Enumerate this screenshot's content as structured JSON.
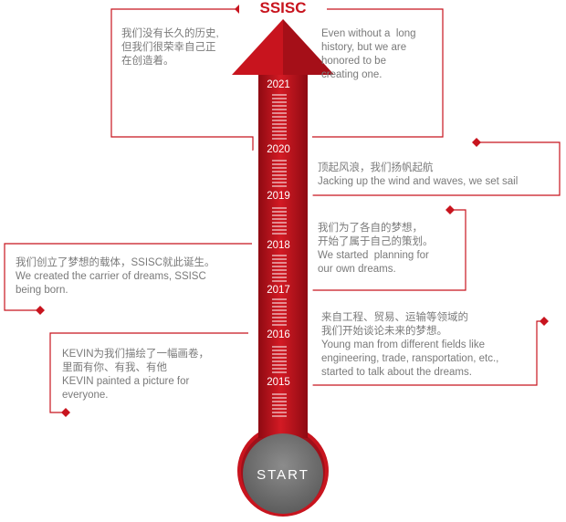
{
  "title": "SSISC",
  "start_label": "START",
  "years": [
    "2021",
    "2020",
    "2019",
    "2018",
    "2017",
    "2016",
    "2015"
  ],
  "callouts": {
    "c2021_zh": "我们没有长久的历史,\n但我们很荣幸自己正\n在创造着。",
    "c2021_en": "Even without a  long\nhistory, but we are\nhonored to be\ncreating one.",
    "c2019": "顶起风浪，我们扬帆起航\nJacking up the wind and waves, we set sail",
    "c2017a": "我们为了各自的梦想，\n开始了属于自己的策划。\nWe started  planning for\nour own dreams.",
    "c2017b": "我们创立了梦想的载体，SSISC就此诞生。\nWe created the carrier of dreams, SSISC\nbeing born.",
    "c2015a": "来自工程、贸易、运输等领域的\n我们开始谈论未来的梦想。\nYoung man from different fields like\nengineering, trade, ransportation, etc.,\nstarted to talk about the dreams.",
    "c2015b": "KEVIN为我们描绘了一幅画卷，\n里面有你、有我、有他\nKEVIN painted a picture for\neveryone."
  },
  "colors": {
    "accent": "#c8141e",
    "dark_red": "#8e0a12",
    "text": "#7a7a7a",
    "circle": "#7d7d7d"
  }
}
